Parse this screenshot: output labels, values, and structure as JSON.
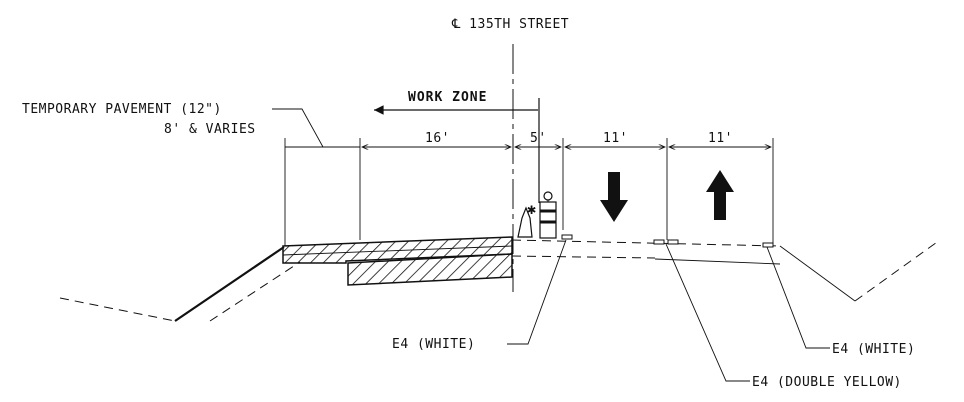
{
  "title": "℄ 135TH STREET",
  "labels": {
    "work_zone": "WORK ZONE",
    "temp_pavement_line1": "TEMPORARY PAVEMENT (12\")",
    "temp_pavement_line2": "8' & VARIES",
    "dim_16": "16'",
    "dim_5": "5'",
    "dim_11_left": "11'",
    "dim_11_right": "11'",
    "e4_white_left": "E4 (WHITE)",
    "e4_double_yellow": "E4 (DOUBLE YELLOW)",
    "e4_white_right": "E4 (WHITE)"
  },
  "lanes": [
    {
      "direction": "down",
      "dimension": "11'"
    },
    {
      "direction": "up",
      "dimension": "11'"
    }
  ]
}
